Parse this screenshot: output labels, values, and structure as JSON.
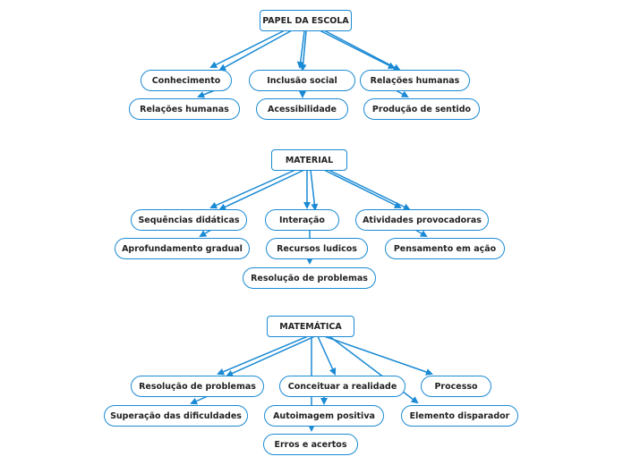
{
  "colors": {
    "line": "#1a8ad4",
    "border": "#1a8ad4",
    "text": "#222222"
  },
  "maps": [
    {
      "root": "PAPEL DA ESCOLA",
      "level1": [
        "Conhecimento",
        "Inclusão social",
        "Relações humanas"
      ],
      "level2": [
        "Relações humanas",
        "Acessibilidade",
        "Produção de sentido"
      ]
    },
    {
      "root": "MATERIAL",
      "level1": [
        "Sequências didáticas",
        "Interação",
        "Atividades provocadoras"
      ],
      "level2": [
        "Aprofundamento gradual",
        "Recursos ludicos",
        "Pensamento em ação"
      ],
      "level3": [
        "Resolução de problemas"
      ]
    },
    {
      "root": "MATEMÁTICA",
      "level1": [
        "Resolução de problemas",
        "Conceituar a realidade",
        "Processo"
      ],
      "level2": [
        "Superação das dificuldades",
        "Autoimagem positiva",
        "Elemento disparador"
      ],
      "level3": [
        "Erros e acertos"
      ]
    }
  ]
}
